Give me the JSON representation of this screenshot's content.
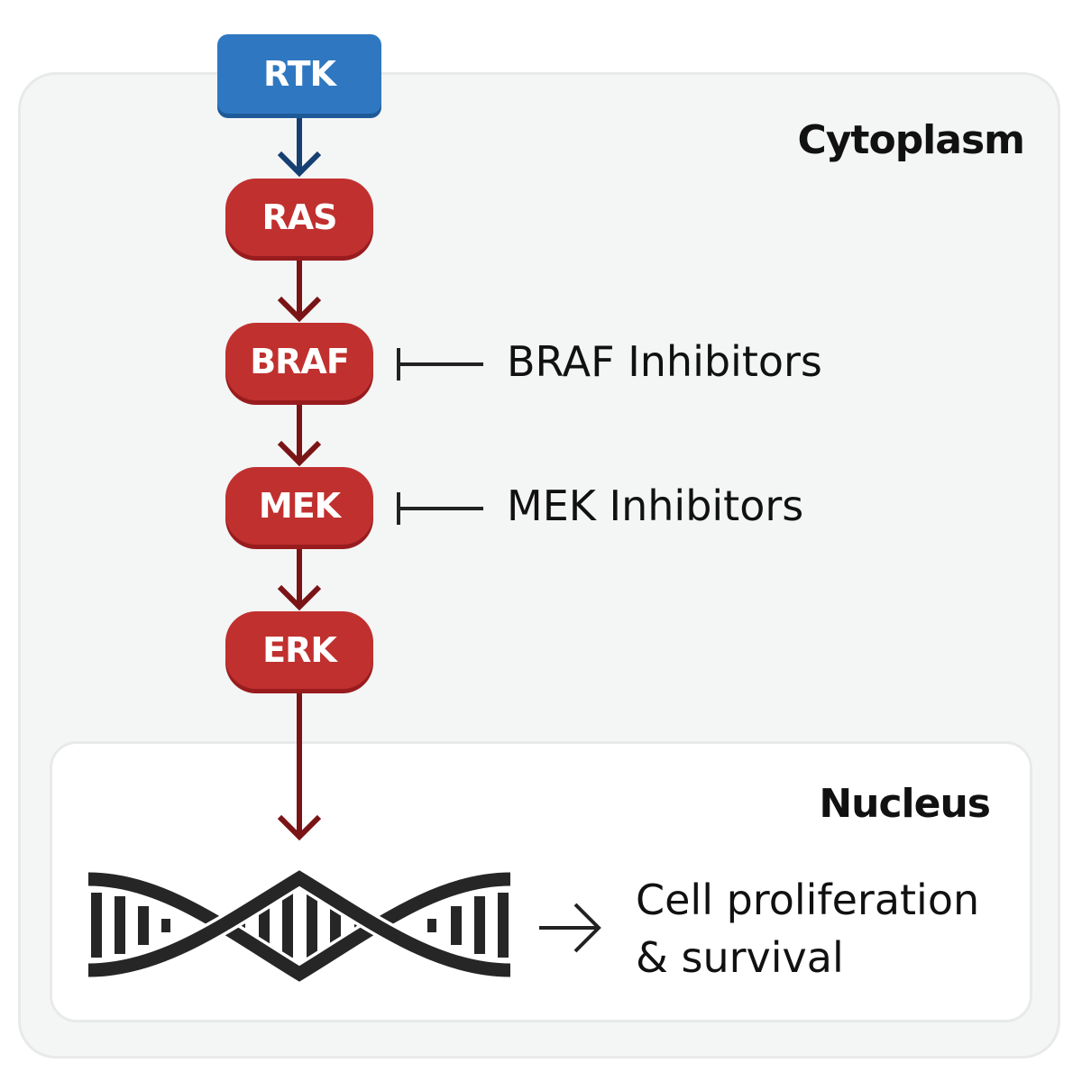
{
  "compartments": {
    "cytoplasm_label": "Cytoplasm",
    "nucleus_label": "Nucleus"
  },
  "pathway": {
    "receptor": "RTK",
    "nodes": [
      "RAS",
      "BRAF",
      "MEK",
      "ERK"
    ]
  },
  "inhibitors": {
    "braf": "BRAF Inhibitors",
    "mek": "MEK Inhibitors"
  },
  "outcome": {
    "line1": "Cell proliferation",
    "line2": "& survival"
  },
  "colors": {
    "receptor": "#2f78c1",
    "kinase": "#c0302f",
    "receptor_arrow": "#163f72",
    "kinase_arrow": "#7a1416",
    "inhibitor_bar": "#222222",
    "dna": "#262626"
  }
}
